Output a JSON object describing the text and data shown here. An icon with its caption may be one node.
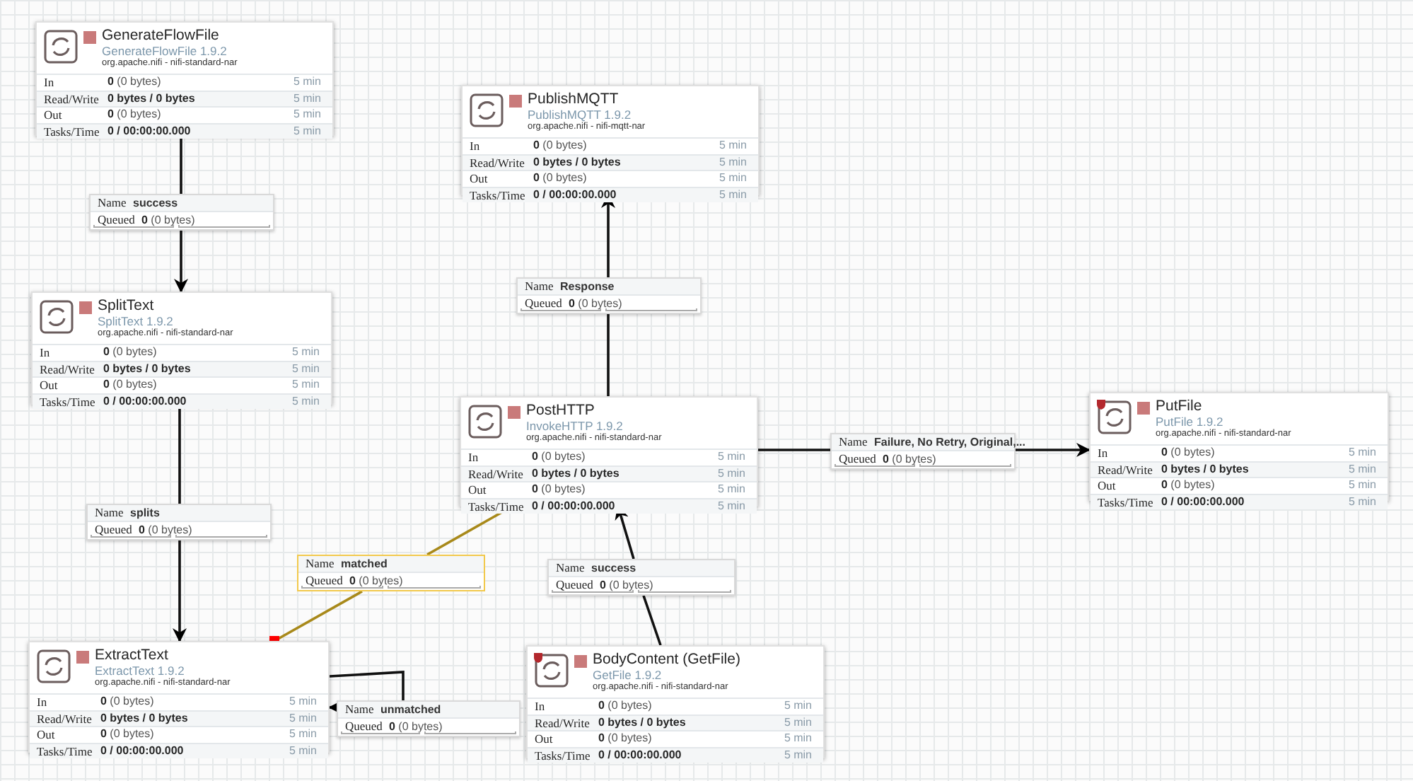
{
  "diagram": {
    "nodes": [
      {
        "text": [
          "GenerateFlowFile",
          "GenerateFlowFile 1.9.2",
          "org.apache.nifi - nifi-standard-nar",
          "In",
          "**0** (0 bytes)",
          "5 min",
          "Read/Write",
          "0 bytes / 0 bytes",
          "5 min",
          "Out",
          "**0** (0 bytes)",
          "5 min",
          "Tasks/Time",
          "0 / 00:00:00.000",
          "5 min"
        ]
      },
      {
        "text": [
          "PublishMQTT",
          "PublishMQTT 1.9.2",
          "org.apache.nifi - nifi-mqtt-nar",
          "In",
          "**0** (0 bytes)",
          "5 min",
          "Read/Write",
          "0 bytes / 0 bytes",
          "5 min",
          "Out",
          "**0** (0 bytes)",
          "5 min",
          "Tasks/Time",
          "0 / 00:00:00.000",
          "5 min"
        ]
      },
      {
        "text": [
          "Name",
          "success",
          "Queued",
          "**0** (0 bytes)"
        ]
      },
      {
        "text": [
          "SplitText",
          "SplitText 1.9.2",
          "org.apache.nifi - nifi-standard-nar",
          "In",
          "**0** (0 bytes)",
          "5 min",
          "Read/Write",
          "0 bytes / 0 bytes",
          "5 min",
          "Out",
          "**0** (0 bytes)",
          "5 min",
          "Tasks/Time",
          "0 / 00:00:00.000",
          "5 min"
        ]
      },
      {
        "text": [
          "Name",
          "Response",
          "Queued",
          "**0** (0 bytes)"
        ]
      },
      {
        "text": [
          "PostHTTP",
          "InvokeHTTP 1.9.2",
          "org.apache.nifi - nifi-standard-nar",
          "In",
          "**0** (0 bytes)",
          "5 min",
          "Read/Write",
          "0 bytes / 0 bytes",
          "5 min",
          "Out",
          "**0** (0 bytes)",
          "5 min",
          "Tasks/Time",
          "0 / 00:00:00.000",
          "5 min"
        ]
      },
      {
        "text": [
          "PutFile",
          "PutFile 1.9.2",
          "org.apache.nifi - nifi-standard-nar",
          "In",
          "**0** (0 bytes)",
          "5 min",
          "Read/Write",
          "0 bytes / 0 bytes",
          "5 min",
          "Out",
          "**0** (0 bytes)",
          "5 min",
          "Tasks/Time",
          "0 / 00:00:00.000",
          "5 min"
        ]
      },
      {
        "text": [
          "Name",
          "Failure, No Retry, Original,...",
          "Queued",
          "**0** (0 bytes)"
        ]
      },
      {
        "text": [
          "Name",
          "splits",
          "Queued",
          "**0** (0 bytes)"
        ]
      },
      {
        "text": [
          "Name",
          "matched",
          "Queued",
          "**0** (0 bytes)"
        ]
      },
      {
        "text": [
          "Name",
          "success",
          "Queued",
          "**0** (0 bytes)"
        ]
      },
      {
        "text": [
          "ExtractText",
          "ExtractText 1.9.2",
          "org.apache.nifi - nifi-standard-nar",
          "In",
          "**0** (0 bytes)",
          "5 min",
          "Read/Write",
          "0 bytes / 0 bytes",
          "5 min",
          "Out",
          "**0** (0 bytes)",
          "5 min",
          "Tasks/Time",
          "0 / 00:00:00.000",
          "5 min"
        ]
      },
      {
        "text": [
          "Name",
          "unmatched",
          "Queued",
          "**0** (0 bytes)"
        ]
      },
      {
        "text": [
          "BodyContent (GetFile)",
          "GetFile 1.9.2",
          "org.apache.nifi - nifi-standard-nar",
          "In",
          "**0** (0 bytes)",
          "5 min",
          "Read/Write",
          "0 bytes / 0 bytes",
          "5 min",
          "Out",
          "**0** (0 bytes)",
          "5 min",
          "Tasks/Time",
          "0 / 00:00:00.000",
          "5 min"
        ]
      }
    ],
    "edges": [
      {
        "from": 0,
        "to": 2,
        "arrow": "none"
      },
      {
        "from": 2,
        "to": 3,
        "arrow": "to"
      },
      {
        "from": 3,
        "to": 8,
        "arrow": "none"
      },
      {
        "from": 8,
        "to": 11,
        "arrow": "to"
      },
      {
        "from": 9,
        "to": 11,
        "arrow": "other",
        "color": "#a8891a"
      },
      {
        "from": 9,
        "to": 5,
        "arrow": "other",
        "color": "#a8891a"
      },
      {
        "from": 11,
        "to": 12,
        "arrow": "none"
      },
      {
        "from": 12,
        "to": 11,
        "arrow": "to"
      },
      {
        "from": 13,
        "to": 10,
        "arrow": "none"
      },
      {
        "from": 10,
        "to": 5,
        "arrow": "to"
      },
      {
        "from": 5,
        "to": 4,
        "arrow": "none"
      },
      {
        "from": 4,
        "to": 1,
        "arrow": "to"
      },
      {
        "from": 5,
        "to": 7,
        "arrow": "none"
      },
      {
        "from": 7,
        "to": 6,
        "arrow": "to"
      }
    ]
  }
}
